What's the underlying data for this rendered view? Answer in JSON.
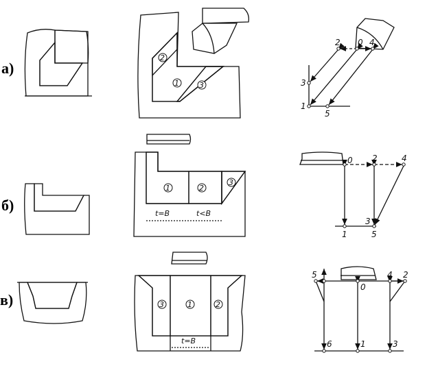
{
  "rows": [
    {
      "label": "а)",
      "zones": [
        "2",
        "1",
        "3"
      ],
      "path_points": [
        "0",
        "4",
        "2",
        "3",
        "1",
        "5"
      ]
    },
    {
      "label": "б)",
      "zones": [
        "1",
        "2",
        "3"
      ],
      "dims": [
        "t=В",
        "t<В"
      ],
      "path_points": [
        "0",
        "2",
        "4",
        "1",
        "3",
        "5"
      ]
    },
    {
      "label": "в)",
      "zones": [
        "3",
        "1",
        "2"
      ],
      "dims": [
        "t=В"
      ],
      "path_points": [
        "5",
        "0",
        "4",
        "2",
        "6",
        "1",
        "3"
      ]
    }
  ]
}
